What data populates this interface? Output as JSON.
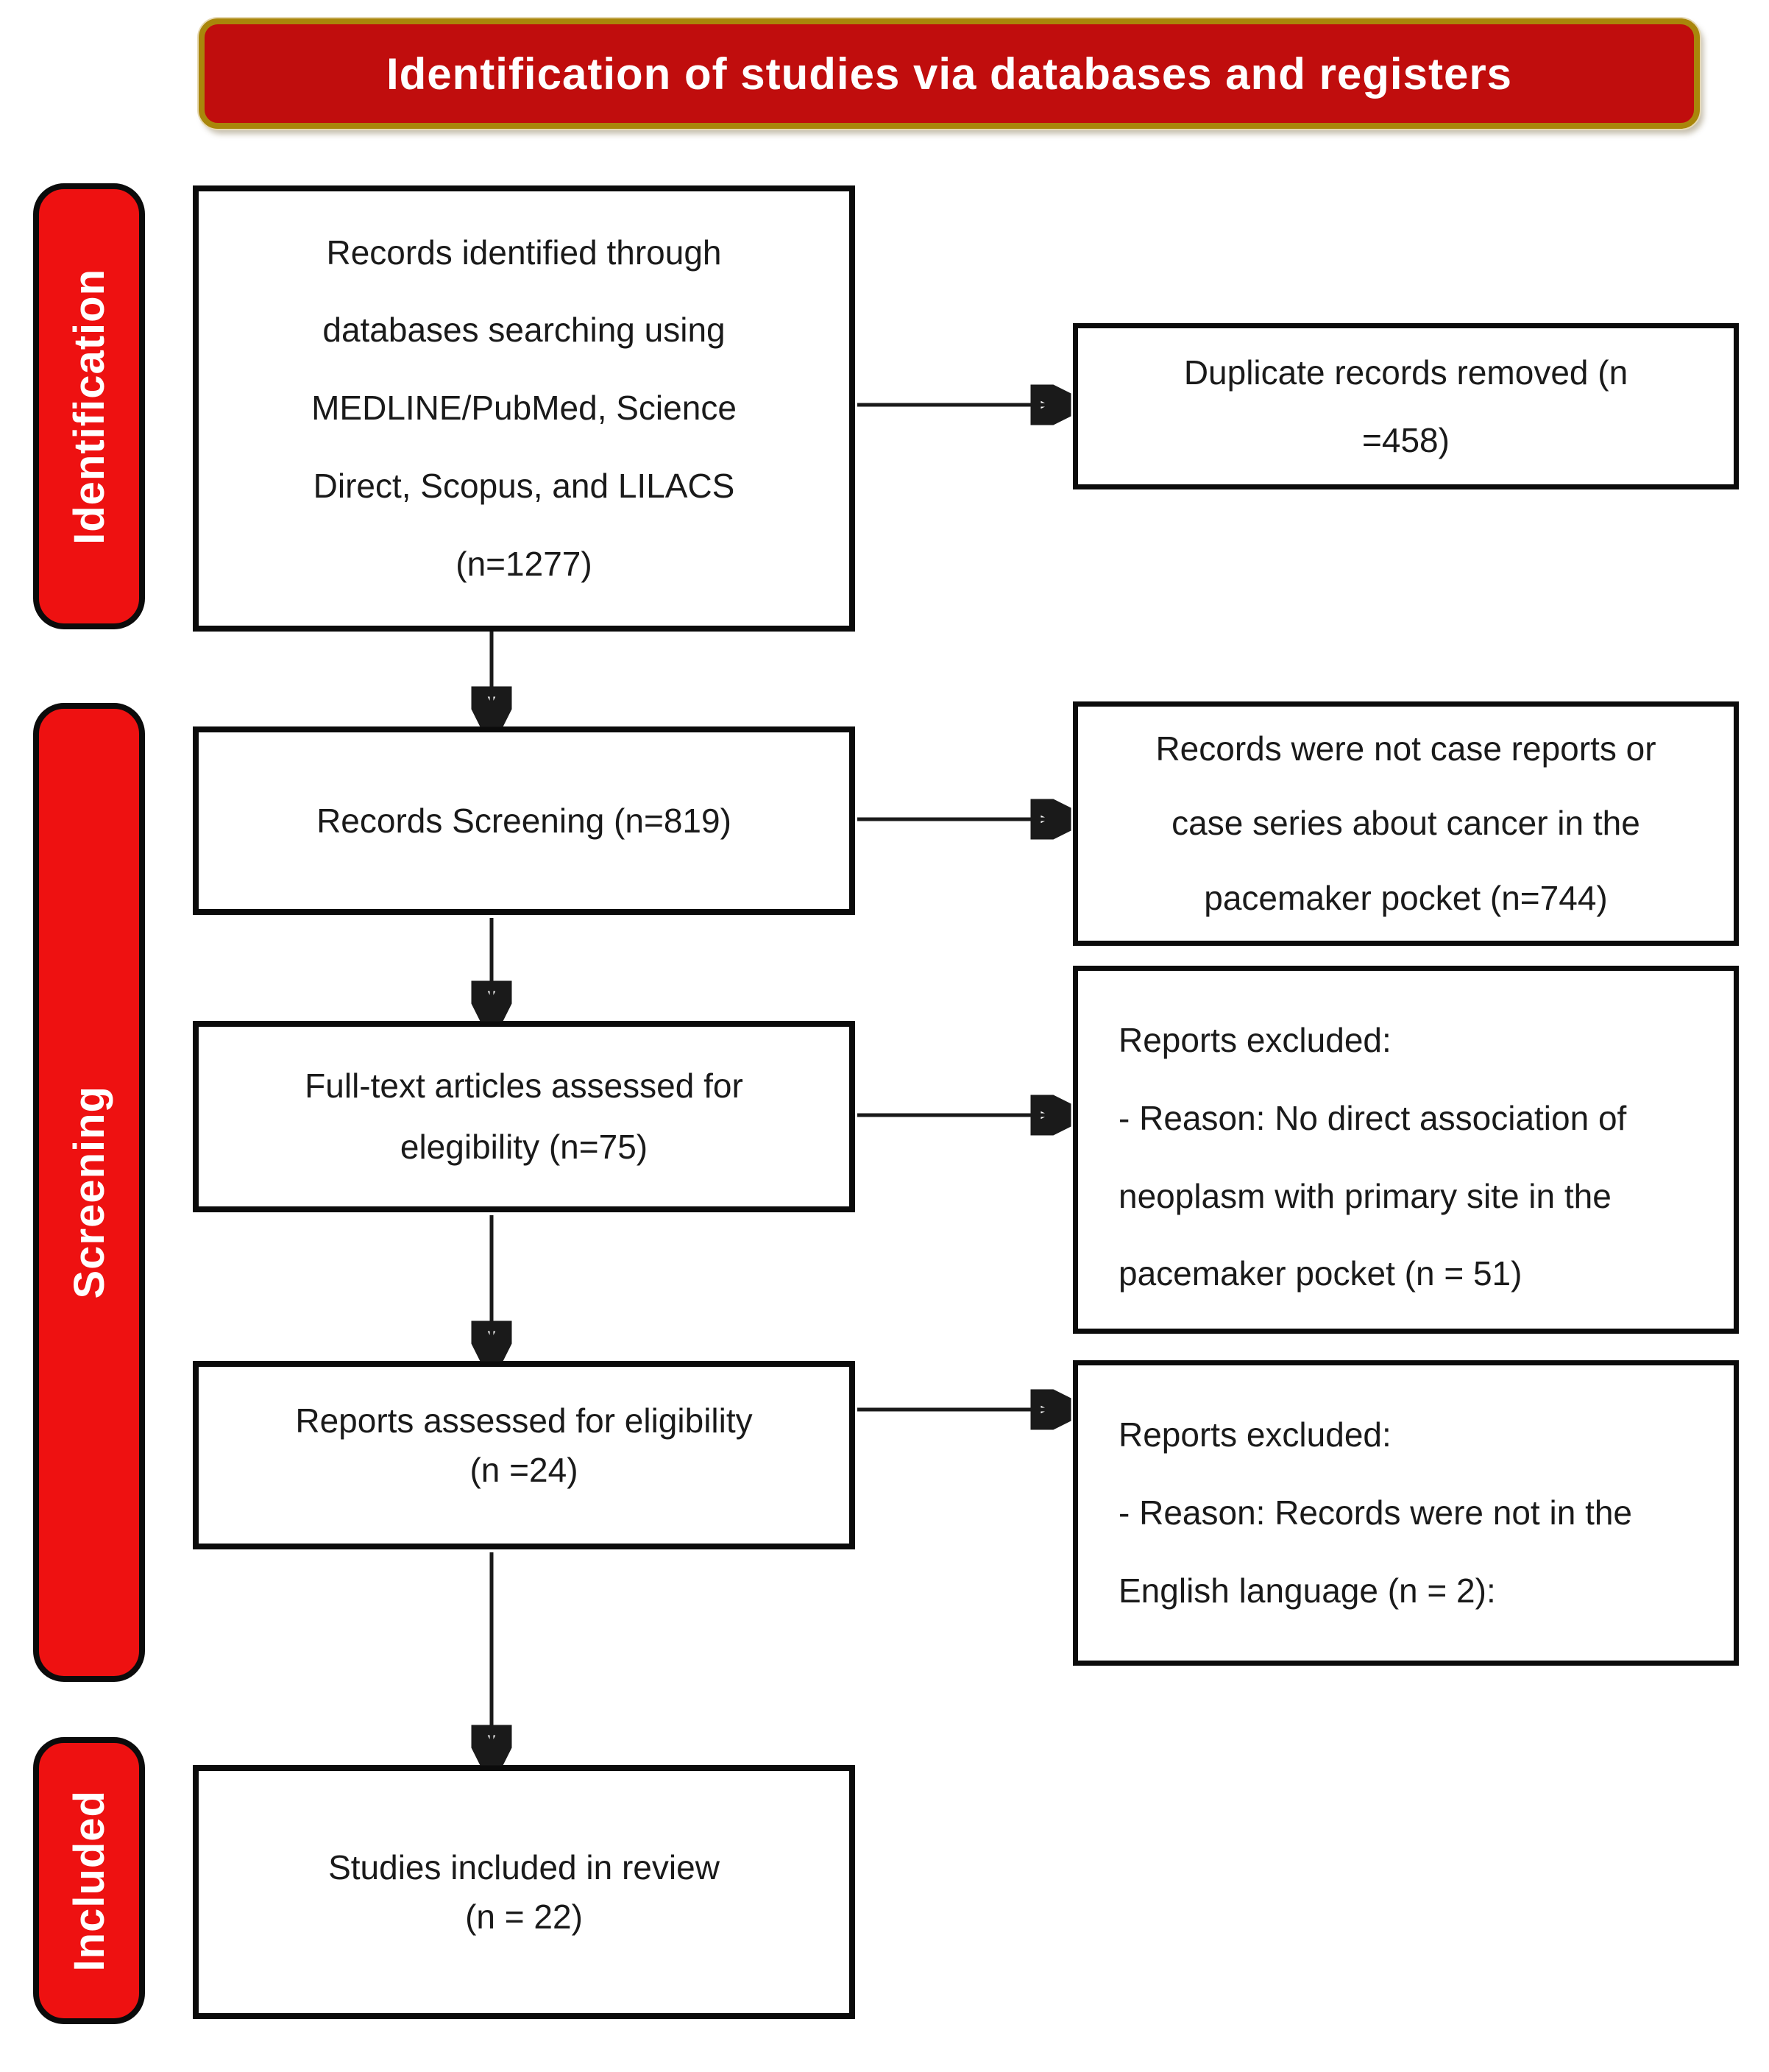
{
  "title": "Identification of studies via databases and registers",
  "stages": [
    {
      "id": "identification",
      "label": "Identification"
    },
    {
      "id": "screening",
      "label": "Screening"
    },
    {
      "id": "included",
      "label": "Included"
    }
  ],
  "boxes": {
    "identified": {
      "text": "Records identified through\ndatabases searching using\nMEDLINE/PubMed, Science\nDirect, Scopus, and LILACS\n(n=1277)",
      "count": 1277
    },
    "screening": {
      "text": "Records Screening (n=819)",
      "count": 819
    },
    "fulltext": {
      "text": "Full-text articles assessed for\nelegibility (n=75)",
      "count": 75
    },
    "reports_assessed": {
      "text": "Reports assessed for eligibility\n(n =24)",
      "count": 24
    },
    "included": {
      "text": "Studies included in review\n(n = 22)",
      "count": 22
    },
    "duplicates_removed": {
      "text": "Duplicate records removed (n\n=458)",
      "count": 458
    },
    "not_case_reports": {
      "text": "Records were not case reports or\ncase series about cancer in the\npacemaker pocket (n=744)",
      "count": 744
    },
    "excluded_no_association": {
      "text": "Reports excluded:\n- Reason: No direct association of\nneoplasm with primary site in the\npacemaker pocket (n = 51)",
      "count": 51
    },
    "excluded_language": {
      "text": "Reports excluded:\n- Reason: Records were not in the\nEnglish language (n = 2):",
      "count": 2
    }
  },
  "colors": {
    "banner_fill": "#C00D0D",
    "banner_border": "#A9860B",
    "stage_fill": "#EE1111",
    "stage_border": "#0B0B0B",
    "box_border": "#0B0B0B",
    "box_fill": "#FFFFFF",
    "text_dark": "#1A1A1A",
    "text_light": "#FFFFFF",
    "arrow": "#1A1A1A"
  }
}
